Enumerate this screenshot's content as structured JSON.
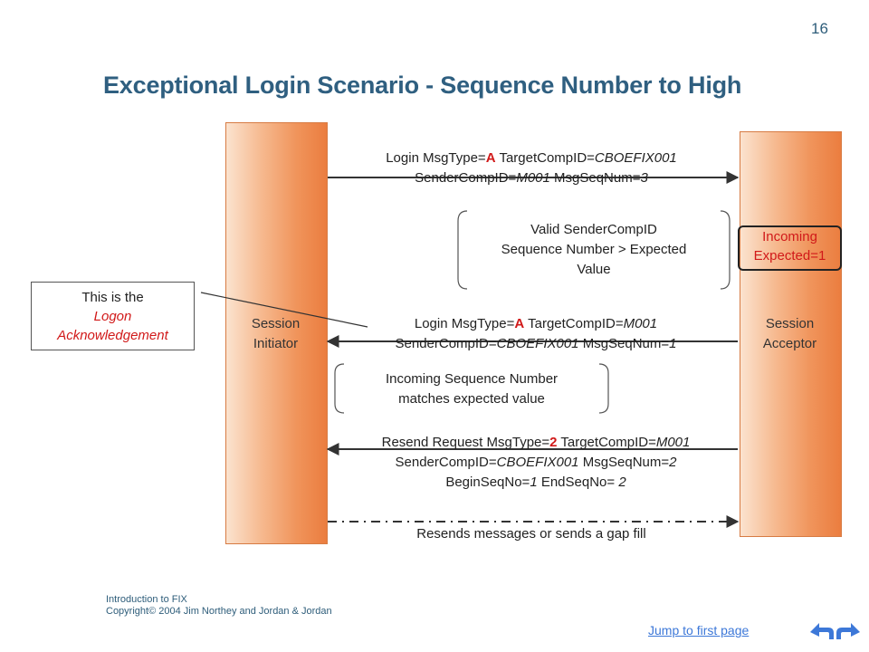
{
  "page_number": "16",
  "title": "Exceptional Login Scenario - Sequence Number to High",
  "lanes": {
    "initiator": [
      "Session",
      "Initiator"
    ],
    "acceptor": [
      "Session",
      "Acceptor"
    ]
  },
  "messages": {
    "m1": {
      "line1": {
        "a": "Login MsgType=",
        "b": "A",
        "c": " TargetCompID=",
        "d": "CBOEFIX001"
      },
      "line2": {
        "a": "SenderCompID=",
        "b": "M001",
        "c": " MsgSeqNum=",
        "d": "3"
      }
    },
    "m2": {
      "line1": {
        "a": "Login MsgType=",
        "b": "A",
        "c": " TargetCompID=",
        "d": "M001"
      },
      "line2": {
        "a": "SenderCompID=",
        "b": "CBOEFIX001",
        "c": " MsgSeqNum=",
        "d": "1"
      }
    },
    "m3": {
      "line1": {
        "a": "Resend Request MsgType=",
        "b": "2",
        "c": " TargetCompID=",
        "d": "M001"
      },
      "line2": {
        "a": "SenderCompID=",
        "b": "CBOEFIX001",
        "c": " MsgSeqNum=",
        "d": "2"
      },
      "line3": {
        "a": "BeginSeqNo=",
        "b": "1",
        "c": " EndSeqNo= ",
        "d": "2"
      }
    },
    "m4": "Resends messages or sends a gap fill"
  },
  "notes": {
    "n1": [
      "Valid SenderCompID",
      "Sequence Number > Expected",
      "Value"
    ],
    "n2": [
      "Incoming Sequence Number",
      "matches expected value"
    ]
  },
  "incoming_box": [
    "Incoming",
    "Expected=1"
  ],
  "callout": {
    "line1": "This is the",
    "line2": "Logon",
    "line3": "Acknowledgement"
  },
  "footer": {
    "line1": "Introduction to FIX",
    "line2": "Copyright© 2004 Jim Northey and  Jordan & Jordan"
  },
  "nav": {
    "jump_label": "Jump to first page",
    "prev_icon": "back-arrow-icon",
    "next_icon": "forward-arrow-icon"
  },
  "colors": {
    "title": "#2f5f80",
    "accent_red": "#d11919",
    "lane_orange": "#f0945b",
    "link_blue": "#3d78d8"
  }
}
